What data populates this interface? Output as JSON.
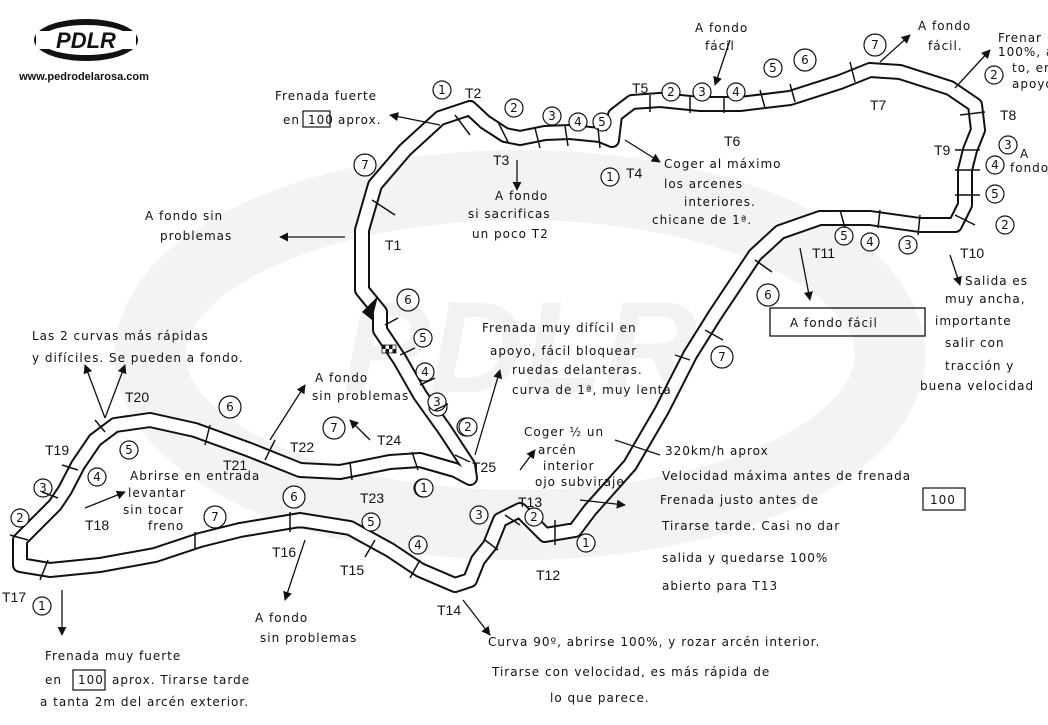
{
  "logo": {
    "text": "PDLR",
    "website": "www.pedrodelarosa.com"
  },
  "watermark": "PDLR",
  "corners": [
    {
      "id": "T1",
      "label": "T1"
    },
    {
      "id": "T2",
      "label": "T2"
    },
    {
      "id": "T3",
      "label": "T3"
    },
    {
      "id": "T4",
      "label": "T4"
    },
    {
      "id": "T5",
      "label": "T5"
    },
    {
      "id": "T6",
      "label": "T6"
    },
    {
      "id": "T7",
      "label": "T7"
    },
    {
      "id": "T8",
      "label": "T8"
    },
    {
      "id": "T9",
      "label": "T9"
    },
    {
      "id": "T10",
      "label": "T10"
    },
    {
      "id": "T11",
      "label": "T11"
    },
    {
      "id": "T12",
      "label": "T12"
    },
    {
      "id": "T13",
      "label": "T13"
    },
    {
      "id": "T14",
      "label": "T14"
    },
    {
      "id": "T15",
      "label": "T15"
    },
    {
      "id": "T16",
      "label": "T16"
    },
    {
      "id": "T17",
      "label": "T17"
    },
    {
      "id": "T18",
      "label": "T18"
    },
    {
      "id": "T19",
      "label": "T19"
    },
    {
      "id": "T20",
      "label": "T20"
    },
    {
      "id": "T21",
      "label": "T21"
    },
    {
      "id": "T22",
      "label": "T22"
    },
    {
      "id": "T23",
      "label": "T23"
    },
    {
      "id": "T24",
      "label": "T24"
    },
    {
      "id": "T25",
      "label": "T25"
    }
  ],
  "gears": [
    "7",
    "1",
    "2",
    "3",
    "4",
    "5",
    "1",
    "2",
    "3",
    "4",
    "5",
    "6",
    "7",
    "2",
    "3",
    "4",
    "5",
    "2",
    "3",
    "4",
    "5",
    "6",
    "7",
    "1",
    "2",
    "3",
    "1",
    "2",
    "3",
    "4",
    "5",
    "6",
    "7",
    "1",
    "2",
    "3",
    "4",
    "5",
    "6",
    "7",
    "6",
    "5",
    "4",
    "3",
    "2",
    "1",
    "6",
    "5",
    "4",
    "3",
    "2"
  ],
  "notes": {
    "frenada_t1": [
      "Frenada fuerte",
      "en",
      "100",
      "aprox."
    ],
    "a_fondo_sin_problemas_left": [
      "A fondo sin",
      "problemas"
    ],
    "t3_note": [
      "A fondo",
      "si sacrificas",
      "un poco T2"
    ],
    "a_fondo_facil_t6": [
      "A fondo",
      "fácil"
    ],
    "a_fondo_facil_t7": [
      "A fondo",
      "fácil."
    ],
    "frenar_t8": [
      "Frenar",
      "100%, abri-",
      "to, en",
      "apoyo"
    ],
    "a_fondo_t9": [
      "A",
      "fondo"
    ],
    "coger_t4": [
      "Coger al máximo",
      "los arcenes",
      "interiores.",
      "chicane de 1ª."
    ],
    "salida_t10": [
      "Salida es",
      "muy ancha,",
      "importante",
      "salir con",
      "tracción y",
      "buena velocidad"
    ],
    "a_fondo_facil_box": "A fondo fácil",
    "frenada_dificil": [
      "Frenada muy difícil en",
      "apoyo, fácil bloquear",
      "ruedas delanteras.",
      "curva de 1ª, muy lenta"
    ],
    "rapidas": [
      "Las 2 curvas más rápidas",
      "y difíciles. Se pueden a fondo."
    ],
    "a_fondo_t22": [
      "A fondo",
      "sin problemas"
    ],
    "abrirse": [
      "Abrirse en entrada",
      "levantar",
      "sin tocar",
      "freno"
    ],
    "coger_medio": [
      "Coger ½ un",
      "arcén",
      "interior",
      "ojo subviraje"
    ],
    "velocidad": [
      "320km/h aprox",
      "Velocidad máxima antes de frenada"
    ],
    "frenada_t12": [
      "Frenada justo antes de",
      "100",
      "Tirarse tarde. Casi no dar",
      "salida y quedarse 100%",
      "abierto para T13"
    ],
    "a_fondo_t16": [
      "A fondo",
      "sin problemas"
    ],
    "frenada_t17": [
      "Frenada muy fuerte",
      "en",
      "100",
      "aprox. Tirarse tarde",
      "a tanta 2m del arcén exterior."
    ],
    "curva_t14": [
      "Curva 90º, abrirse 100%, y rozar arcén interior.",
      "Tirarse con velocidad, es más rápida de",
      "lo que parece."
    ]
  }
}
